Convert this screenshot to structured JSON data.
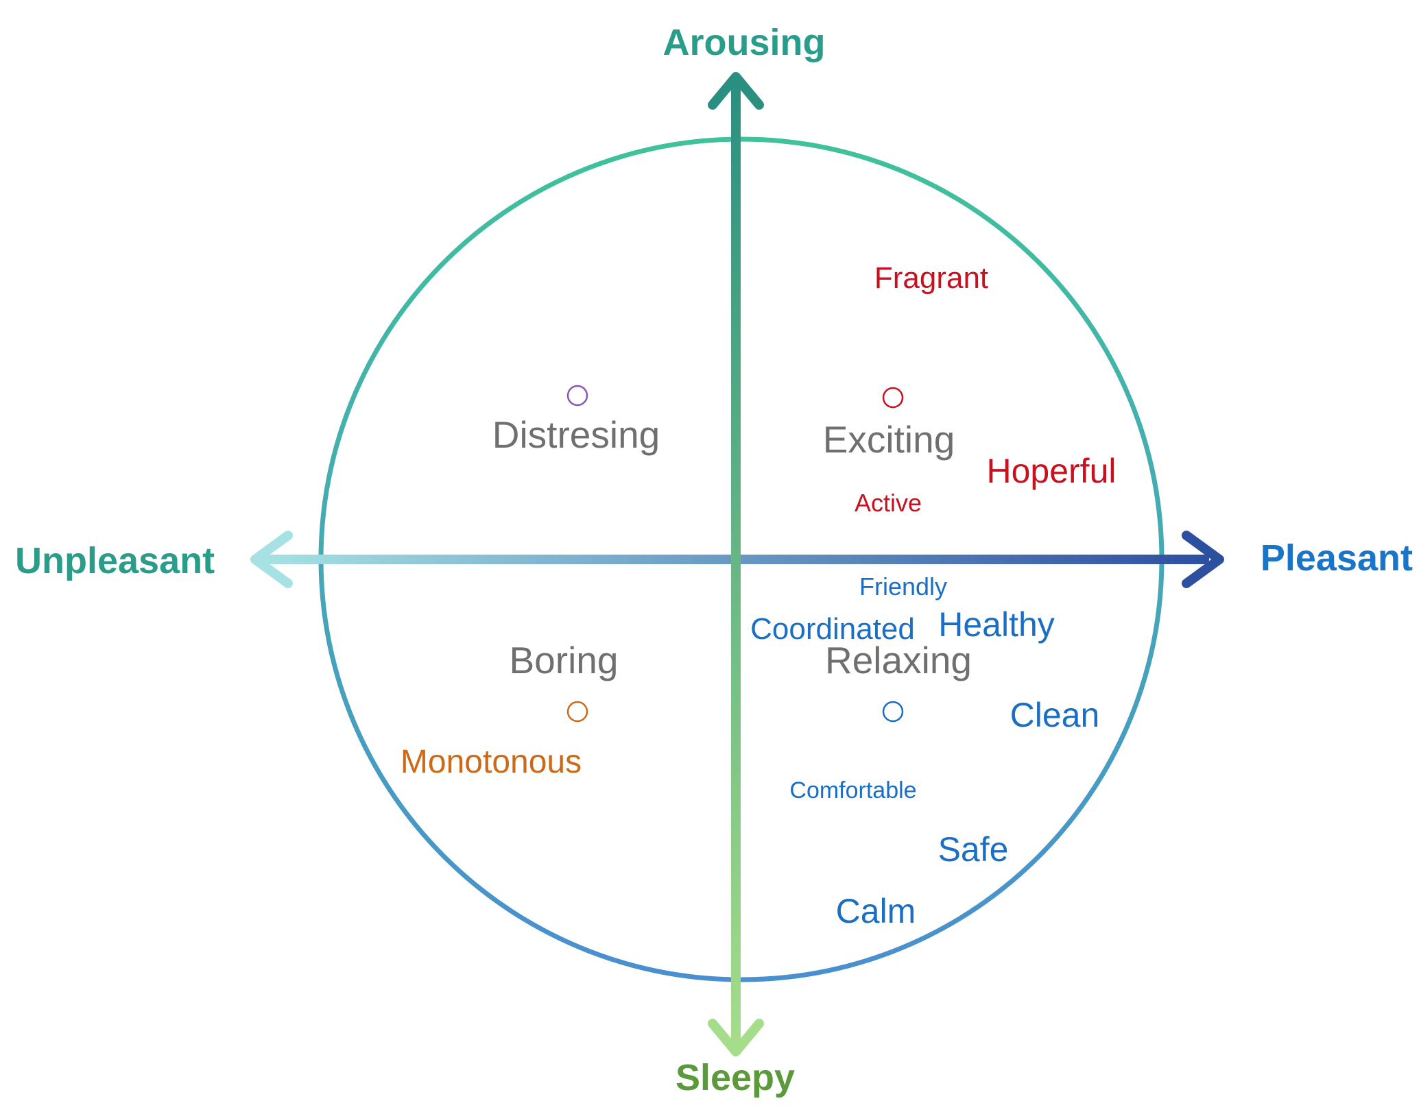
{
  "axes": {
    "top": {
      "label": "Arousing",
      "color": "#2a9d8a"
    },
    "bottom": {
      "label": "Sleepy",
      "color": "#5a9a3a"
    },
    "left": {
      "label": "Unpleasant",
      "color": "#2a9d8a"
    },
    "right": {
      "label": "Pleasant",
      "color": "#1a74c8"
    }
  },
  "colors": {
    "circle_top": "#3fc29a",
    "circle_bottom": "#4a8fd0",
    "vertical_arrow_top": "#2a8f80",
    "vertical_arrow_bottom": "#a6dd8a",
    "horizontal_arrow_left": "#a6e2e4",
    "horizontal_arrow_right": "#2d4fa0",
    "red": "#c8101e",
    "blue": "#1a6fc4",
    "orange": "#cc6a1a",
    "gray": "#6f6f6f",
    "purple": "#8a55b5"
  },
  "quadrants": [
    {
      "id": "distressing",
      "label": "Distresing"
    },
    {
      "id": "exciting",
      "label": "Exciting"
    },
    {
      "id": "boring",
      "label": "Boring"
    },
    {
      "id": "relaxing",
      "label": "Relaxing"
    }
  ],
  "markers": [
    {
      "id": "distressing-marker",
      "color_key": "purple"
    },
    {
      "id": "exciting-marker",
      "color_key": "red"
    },
    {
      "id": "boring-marker",
      "color_key": "orange"
    },
    {
      "id": "relaxing-marker",
      "color_key": "blue"
    }
  ],
  "terms": [
    {
      "id": "fragrant",
      "label": "Fragrant",
      "color_key": "red"
    },
    {
      "id": "hoperful",
      "label": "Hoperful",
      "color_key": "red"
    },
    {
      "id": "active",
      "label": "Active",
      "color_key": "red"
    },
    {
      "id": "friendly",
      "label": "Friendly",
      "color_key": "blue"
    },
    {
      "id": "coordinated",
      "label": "Coordinated",
      "color_key": "blue"
    },
    {
      "id": "healthy",
      "label": "Healthy",
      "color_key": "blue"
    },
    {
      "id": "clean",
      "label": "Clean",
      "color_key": "blue"
    },
    {
      "id": "comfortable",
      "label": "Comfortable",
      "color_key": "blue"
    },
    {
      "id": "safe",
      "label": "Safe",
      "color_key": "blue"
    },
    {
      "id": "calm",
      "label": "Calm",
      "color_key": "blue"
    },
    {
      "id": "monotonous",
      "label": "Monotonous",
      "color_key": "orange"
    }
  ]
}
